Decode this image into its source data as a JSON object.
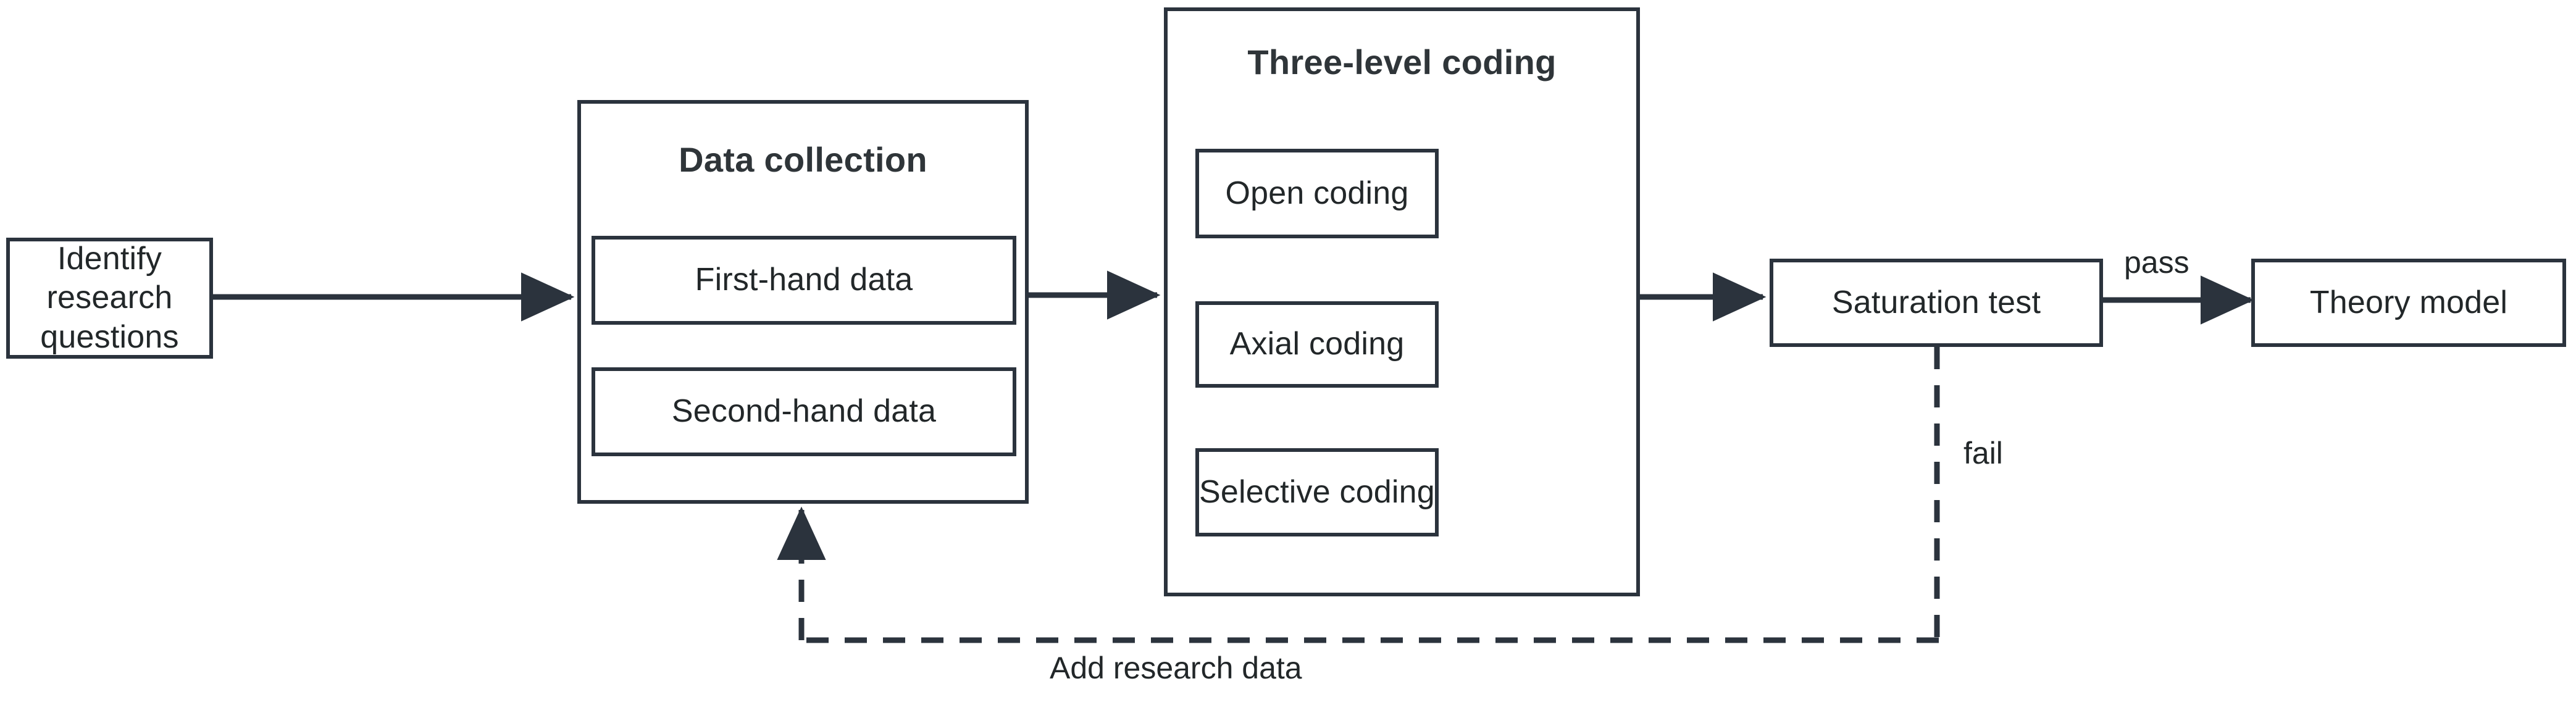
{
  "diagram": {
    "title": "Research process flowchart",
    "colors": {
      "stroke": "#2b333d",
      "text": "#222729",
      "background": "#ffffff"
    },
    "nodes": {
      "identify": {
        "label": "Identify\nresearch questions"
      },
      "data_collection": {
        "title": "Data collection",
        "items": [
          {
            "label": "First-hand data"
          },
          {
            "label": "Second-hand data"
          }
        ]
      },
      "three_level_coding": {
        "title": "Three-level coding",
        "items": [
          {
            "label": "Open coding"
          },
          {
            "label": "Axial coding"
          },
          {
            "label": "Selective coding"
          }
        ]
      },
      "saturation_test": {
        "label": "Saturation test"
      },
      "theory_model": {
        "label": "Theory model"
      }
    },
    "edges": {
      "pass": {
        "label": "pass"
      },
      "fail": {
        "label": "fail"
      },
      "feedback": {
        "label": "Add research data"
      }
    }
  }
}
